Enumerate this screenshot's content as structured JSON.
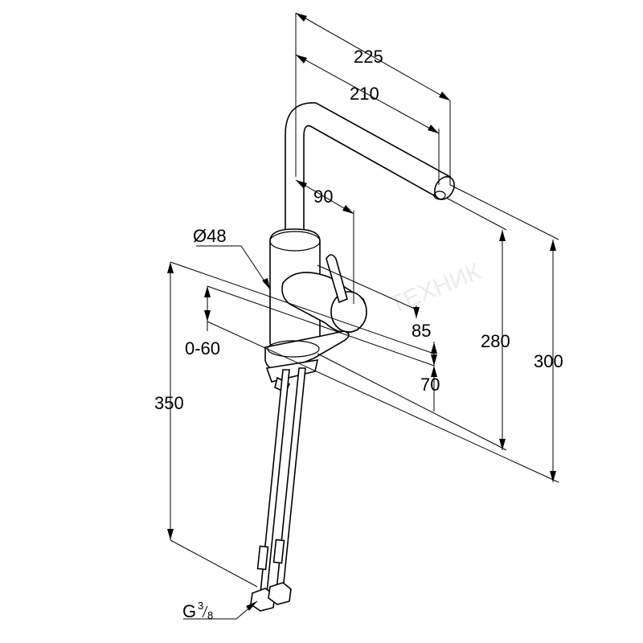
{
  "dimensions": {
    "d225": "225",
    "d210": "210",
    "d90": "90",
    "d48": "Ø48",
    "d0_60": "0-60",
    "d350": "350",
    "d85": "85",
    "d70": "70",
    "d280": "280",
    "d300": "300"
  },
  "thread": {
    "prefix": "G",
    "fraction_num": "3",
    "fraction_den": "8"
  },
  "watermark": "ТЕХНИК"
}
